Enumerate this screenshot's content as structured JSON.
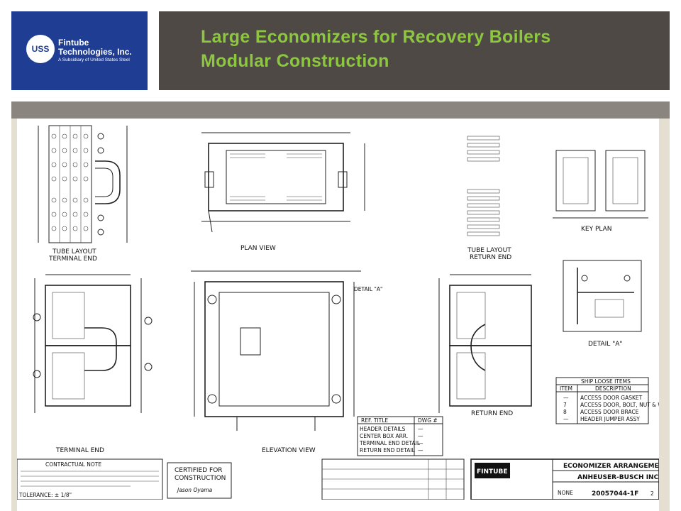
{
  "logo": {
    "mark": "USS",
    "name_line1": "Fintube",
    "name_line2": "Technologies, Inc.",
    "subtitle": "A Subsidiary of United States Steel"
  },
  "slide": {
    "title_line1": "Large Economizers for Recovery Boilers",
    "title_line2": "Modular Construction"
  },
  "drawing": {
    "views": {
      "tube_layout_1": "TUBE LAYOUT",
      "terminal_end_1": "TERMINAL END",
      "plan_view": "PLAN VIEW",
      "tube_layout_2": "TUBE LAYOUT",
      "return_end_1": "RETURN END",
      "key_plan": "KEY PLAN",
      "terminal_end_2": "TERMINAL END",
      "elevation_view": "ELEVATION VIEW",
      "return_end_2": "RETURN END",
      "detail_a": "DETAIL \"A\"",
      "detail_label": "DETAIL \"A\""
    },
    "ship_loose": {
      "title": "SHIP LOOSE ITEMS",
      "header_item": "ITEM",
      "header_desc": "DESCRIPTION",
      "rows": [
        {
          "item": "—",
          "desc": "ACCESS DOOR GASKET"
        },
        {
          "item": "7",
          "desc": "ACCESS DOOR, BOLT, NUT & WASHER"
        },
        {
          "item": "8",
          "desc": "ACCESS DOOR BRACE"
        },
        {
          "item": "—",
          "desc": "HEADER JUMPER ASSY"
        }
      ]
    },
    "ref_table": {
      "col1": "REF. TITLE",
      "col2": "DWG #",
      "rows": [
        {
          "title": "HEADER DETAILS",
          "dwg": "—"
        },
        {
          "title": "CENTER BOX ARR.",
          "dwg": "—"
        },
        {
          "title": "TERMINAL END DETAIL",
          "dwg": "—"
        },
        {
          "title": "RETURN END DETAIL",
          "dwg": "—"
        }
      ]
    },
    "certified": {
      "line1": "CERTIFIED FOR",
      "line2": "CONSTRUCTION",
      "signature": "Jason Oyama"
    },
    "contractual_note": "CONTRACTUAL NOTE",
    "tolerance": "TOLERANCE: ± 1/8\"",
    "company_logo": "FINTUBE",
    "title_block": {
      "drawing_title": "ECONOMIZER ARRANGEMENT",
      "customer": "ANHEUSER-BUSCH INC.",
      "scale": "NONE",
      "drawing_no": "20057044-1F",
      "sheet": "2"
    }
  }
}
